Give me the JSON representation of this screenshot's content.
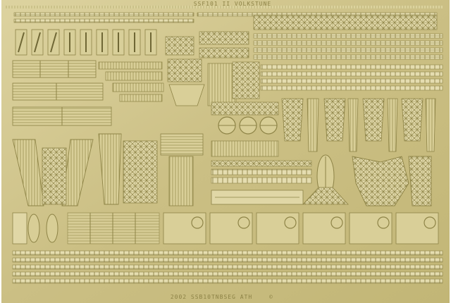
{
  "sheet": {
    "kind": "photo-etched brass fret",
    "top_edge_text": "SSF101  II VOLKSTUNE",
    "bottom_edge_text": "2002  SSB10TNBSEG ATH",
    "copyright_mark": "©"
  },
  "colors": {
    "background": "#ffffff",
    "brass_base": "#cfc48a",
    "brass_light": "#e8e0b2",
    "brass_mid": "#bdb272",
    "brass_dark": "#8d8346",
    "etch_shadow": "#6f6735"
  },
  "part_groups": [
    "railings",
    "ladders",
    "boats",
    "radar-frames",
    "cranes",
    "catapult",
    "hatches",
    "tripod-masts",
    "long-railings"
  ]
}
